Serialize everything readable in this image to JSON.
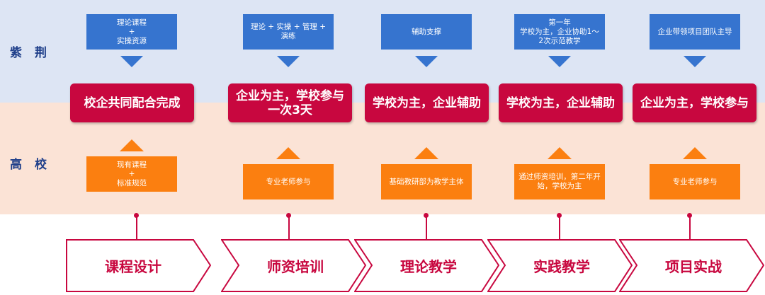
{
  "rows": {
    "top": "紫荆",
    "middle": "高校"
  },
  "stages": [
    {
      "top_text": "理论课程\n+\n实操资源",
      "mode": "校企共同配合完成",
      "bottom_text": "现有课程\n+\n标准规范",
      "name": "课程设计"
    },
    {
      "top_text": "理论 + 实操 + 管理 + 演练",
      "mode": "企业为主，学校参与一次3天",
      "bottom_text": "专业老师参与",
      "name": "师资培训"
    },
    {
      "top_text": "辅助支撑",
      "mode": "学校为主，企业辅助",
      "bottom_text": "基础教研部为教学主体",
      "name": "理论教学"
    },
    {
      "top_text": "第一年\n学校为主，企业协助1～2次示范教学",
      "mode": "学校为主，企业辅助",
      "bottom_text": "通过师资培训，第二年开始，学校为主",
      "name": "实践教学"
    },
    {
      "top_text": "企业带领项目团队主导",
      "mode": "企业为主，学校参与",
      "bottom_text": "专业老师参与",
      "name": "项目实战"
    }
  ],
  "colors": {
    "blue": "#3674cf",
    "orange": "#fb7f10",
    "red": "#c8073f",
    "top_band": "#dde5f4",
    "mid_band": "#fbe3d6"
  }
}
